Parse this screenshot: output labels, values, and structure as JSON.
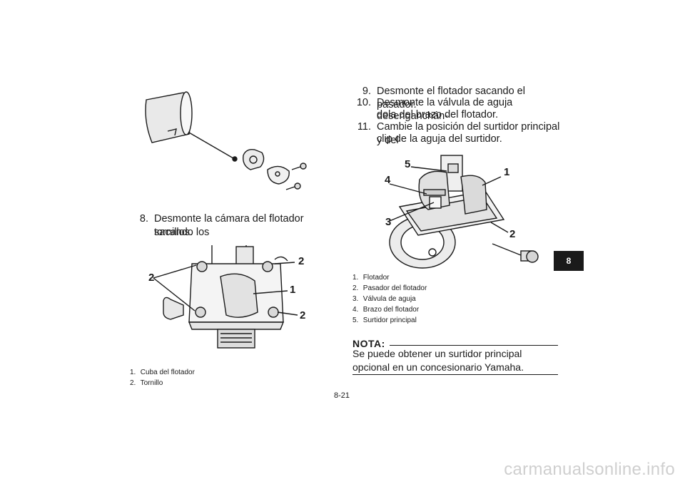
{
  "page_number": "8-21",
  "section_tab": "8",
  "left_column": {
    "step8": {
      "num": "8.",
      "line1": "Desmonte la cámara del flotador sacando los",
      "line2": "tornillos."
    },
    "figure2_labels": {
      "label1": "1",
      "label2a": "2",
      "label2b": "2",
      "label2c": "2"
    },
    "captions": [
      {
        "num": "1.",
        "text": "Cuba del flotador"
      },
      {
        "num": "2.",
        "text": "Tornillo"
      }
    ]
  },
  "right_column": {
    "step9": {
      "num": "9.",
      "line1": "Desmonte el flotador sacando el pasador."
    },
    "step10": {
      "num": "10.",
      "line1": "Desmonte la válvula de aguja desenganchán-",
      "line2": "dola del brazo del flotador."
    },
    "step11": {
      "num": "11.",
      "line1": "Cambie la posición del surtidor principal y del",
      "line2": "clip de la aguja del surtidor."
    },
    "figure3_labels": {
      "l1": "1",
      "l2": "2",
      "l3": "3",
      "l4": "4",
      "l5": "5"
    },
    "captions": [
      {
        "num": "1.",
        "text": "Flotador"
      },
      {
        "num": "2.",
        "text": "Pasador del flotador"
      },
      {
        "num": "3.",
        "text": "Válvula de aguja"
      },
      {
        "num": "4.",
        "text": "Brazo del flotador"
      },
      {
        "num": "5.",
        "text": "Surtidor principal"
      }
    ],
    "note": {
      "heading": "NOTA:",
      "text": "Se puede obtener un surtidor principal opcional en un concesionario Yamaha."
    }
  },
  "watermark": "carmanualsonline.info"
}
